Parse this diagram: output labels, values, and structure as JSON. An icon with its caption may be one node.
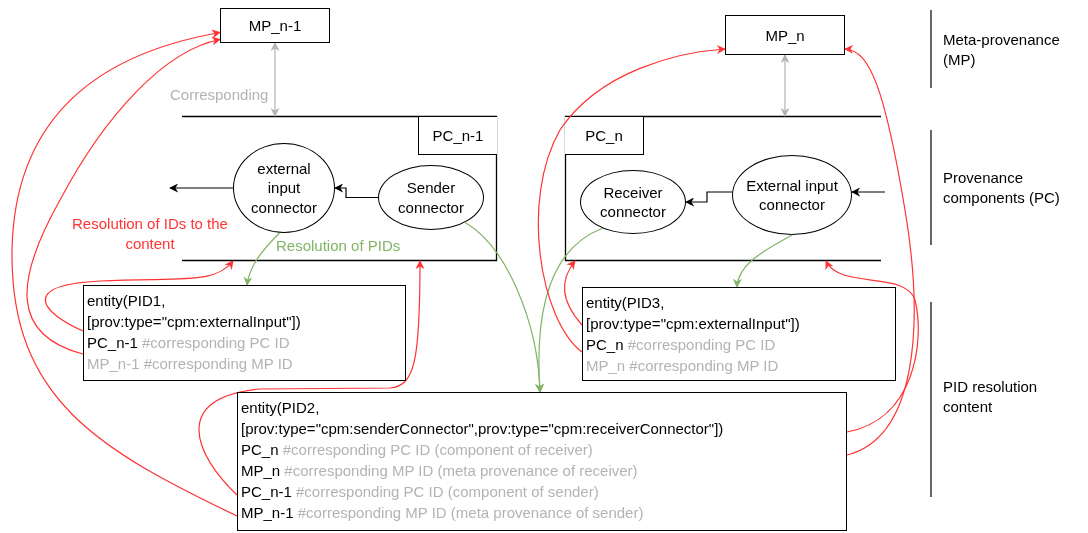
{
  "diagram": {
    "nodes": [
      {
        "text": [
          "MP_n-1"
        ]
      },
      {
        "text": [
          "MP_n"
        ]
      },
      {
        "text": [
          "PC_n-1"
        ]
      },
      {
        "text": [
          "external input connector"
        ],
        "in": 2
      },
      {
        "text": [
          "Sender connector"
        ],
        "in": 2
      },
      {
        "text": [
          "PC_n"
        ]
      },
      {
        "text": [
          "Receiver connector"
        ],
        "in": 5
      },
      {
        "text": [
          "External input connector"
        ],
        "in": 5
      },
      {
        "text": [
          "entity(PID1,",
          "[prov:type=\"cpm:externalInput\"])",
          "PC_n-1",
          "#corresponding PC ID",
          "MP_n-1 #corresponding MP ID"
        ]
      },
      {
        "text": [
          "entity(PID3,",
          "[prov:type=\"cpm:externalInput\"])",
          "PC_n",
          "#corresponding PC ID",
          "MP_n #corresponding MP ID"
        ]
      },
      {
        "text": [
          "entity(PID2,",
          "[prov:type=\"cpm:senderConnector\",prov:type=\"cpm:receiverConnector\"])",
          "PC_n",
          "#corresponding PC ID (component of receiver)",
          "MP_n",
          "#corresponding MP ID (meta provenance of receiver)",
          "PC_n-1",
          "#corresponding PC ID (component of sender)",
          "MP_n-1",
          "#corresponding MP ID (meta provenance of sender)"
        ]
      }
    ],
    "edges": [
      {
        "from": 0,
        "to": 2,
        "arrow": "both",
        "label": "Corresponding",
        "color": "#b3b3b3"
      },
      {
        "from": 1,
        "to": 5,
        "arrow": "both",
        "color": "#b3b3b3"
      },
      {
        "from": 3,
        "to": null,
        "arrow": "to",
        "color": "#000000"
      },
      {
        "from": 4,
        "to": 3,
        "arrow": "to",
        "color": "#000000"
      },
      {
        "from": 7,
        "to": 6,
        "arrow": "to",
        "color": "#000000"
      },
      {
        "from": null,
        "to": 7,
        "arrow": "to",
        "color": "#000000"
      },
      {
        "from": 3,
        "to": 8,
        "arrow": "to",
        "color": "#82b366"
      },
      {
        "from": 4,
        "to": 10,
        "arrow": "to",
        "color": "#82b366"
      },
      {
        "from": 6,
        "to": 10,
        "arrow": "to",
        "color": "#82b366"
      },
      {
        "from": 7,
        "to": 9,
        "arrow": "to",
        "color": "#82b366"
      },
      {
        "from": 8,
        "to": 2,
        "arrow": "to",
        "color": "#ff3333"
      },
      {
        "from": 8,
        "to": 0,
        "arrow": "to",
        "color": "#ff3333"
      },
      {
        "from": 10,
        "to": 2,
        "arrow": "to",
        "color": "#ff3333"
      },
      {
        "from": 10,
        "to": 0,
        "arrow": "to",
        "color": "#ff3333"
      },
      {
        "from": 10,
        "to": 5,
        "arrow": "to",
        "color": "#ff3333"
      },
      {
        "from": 10,
        "to": 1,
        "arrow": "to",
        "color": "#ff3333"
      },
      {
        "from": 9,
        "to": 5,
        "arrow": "to",
        "color": "#ff3333"
      },
      {
        "from": 9,
        "to": 1,
        "arrow": "to",
        "color": "#ff3333"
      }
    ],
    "labels": [
      "Resolution of IDs to the content",
      "Resolution of PIDs",
      "Meta-provenance (MP)",
      "Provenance components (PC)",
      "PID resolution content"
    ]
  }
}
